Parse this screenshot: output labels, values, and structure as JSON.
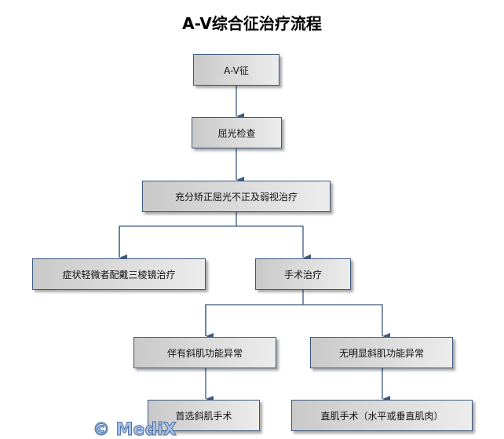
{
  "title": "A-V综合征治疗流程",
  "nodes": {
    "av": "A-V征",
    "refraction": "屈光检查",
    "correct": "充分矫正屈光不正及弱视治疗",
    "mild": "症状轻微者配戴三棱镜治疗",
    "surgery": "手术治疗",
    "oblique_abnormal": "伴有斜肌功能异常",
    "no_oblique": "无明显斜肌功能异常",
    "oblique_surgery": "首选斜肌手术",
    "rectus_surgery": "直肌手术（水平或垂直肌肉）"
  },
  "watermark": "© MediX",
  "colors": {
    "line": "#3d5a80",
    "border": "#3d5a80"
  }
}
